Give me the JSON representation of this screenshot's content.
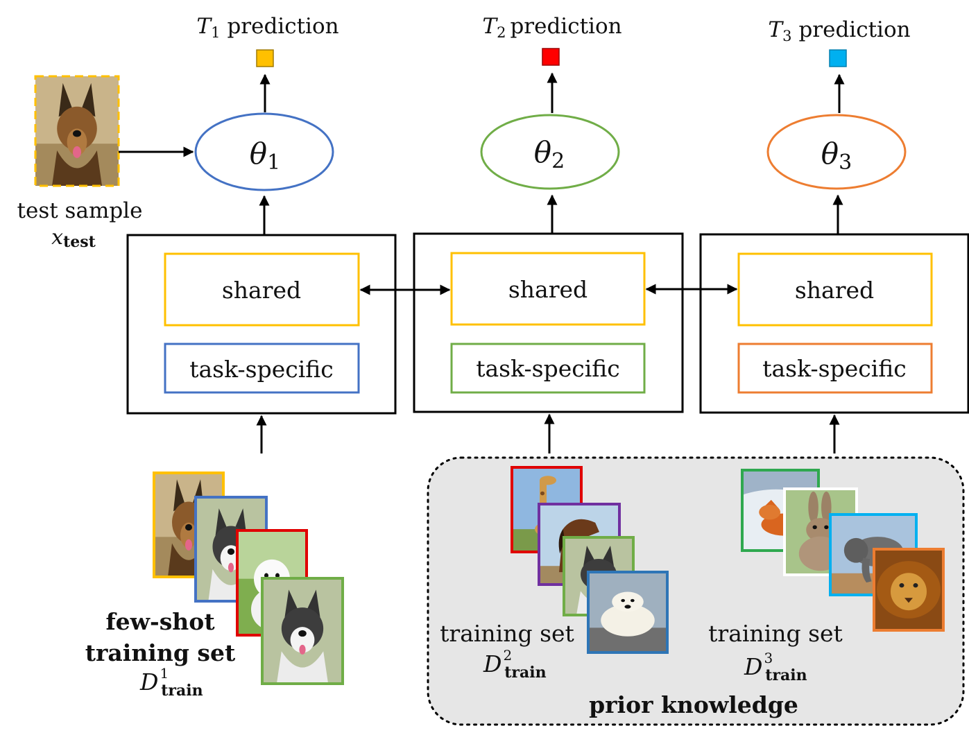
{
  "colors": {
    "task1": "#4472C4",
    "task2": "#70AD47",
    "task3": "#ED7D31",
    "shared": "#FFC000",
    "pred1": "#FFC000",
    "pred2": "#FF0000",
    "pred3": "#00B0F0",
    "prior_bg": "#E6E6E6"
  },
  "predictions": [
    {
      "var": "T",
      "sub": "1",
      "label": "prediction"
    },
    {
      "var": "T",
      "sub": "2",
      "label": "prediction"
    },
    {
      "var": "T",
      "sub": "3",
      "label": "prediction"
    }
  ],
  "models": [
    {
      "symbol": "θ",
      "sub": "1"
    },
    {
      "symbol": "θ",
      "sub": "2"
    },
    {
      "symbol": "θ",
      "sub": "3"
    }
  ],
  "modules": {
    "shared_label": "shared",
    "specific_label": "task-specific"
  },
  "test_sample": {
    "label": "test sample",
    "var": "x",
    "sub": "test",
    "image_icon": "german-shepherd-photo"
  },
  "fewshot": {
    "line1": "few-shot",
    "line2": "training set",
    "var": "D",
    "sup": "1",
    "sub": "train",
    "images": [
      "german-shepherd-photo",
      "malamute-puppy-photo",
      "samoyed-puppy-photo",
      "husky-puppy-photo"
    ]
  },
  "training_set_2": {
    "label": "training set",
    "var": "D",
    "sup": "2",
    "sub": "train",
    "images": [
      "giraffe-photo",
      "horse-photo",
      "husky-photo",
      "polar-bear-photo"
    ]
  },
  "training_set_3": {
    "label": "training set",
    "var": "D",
    "sup": "3",
    "sub": "train",
    "images": [
      "fox-photo",
      "rabbit-photo",
      "elephant-photo",
      "lion-photo"
    ]
  },
  "prior_knowledge": {
    "label": "prior knowledge"
  }
}
